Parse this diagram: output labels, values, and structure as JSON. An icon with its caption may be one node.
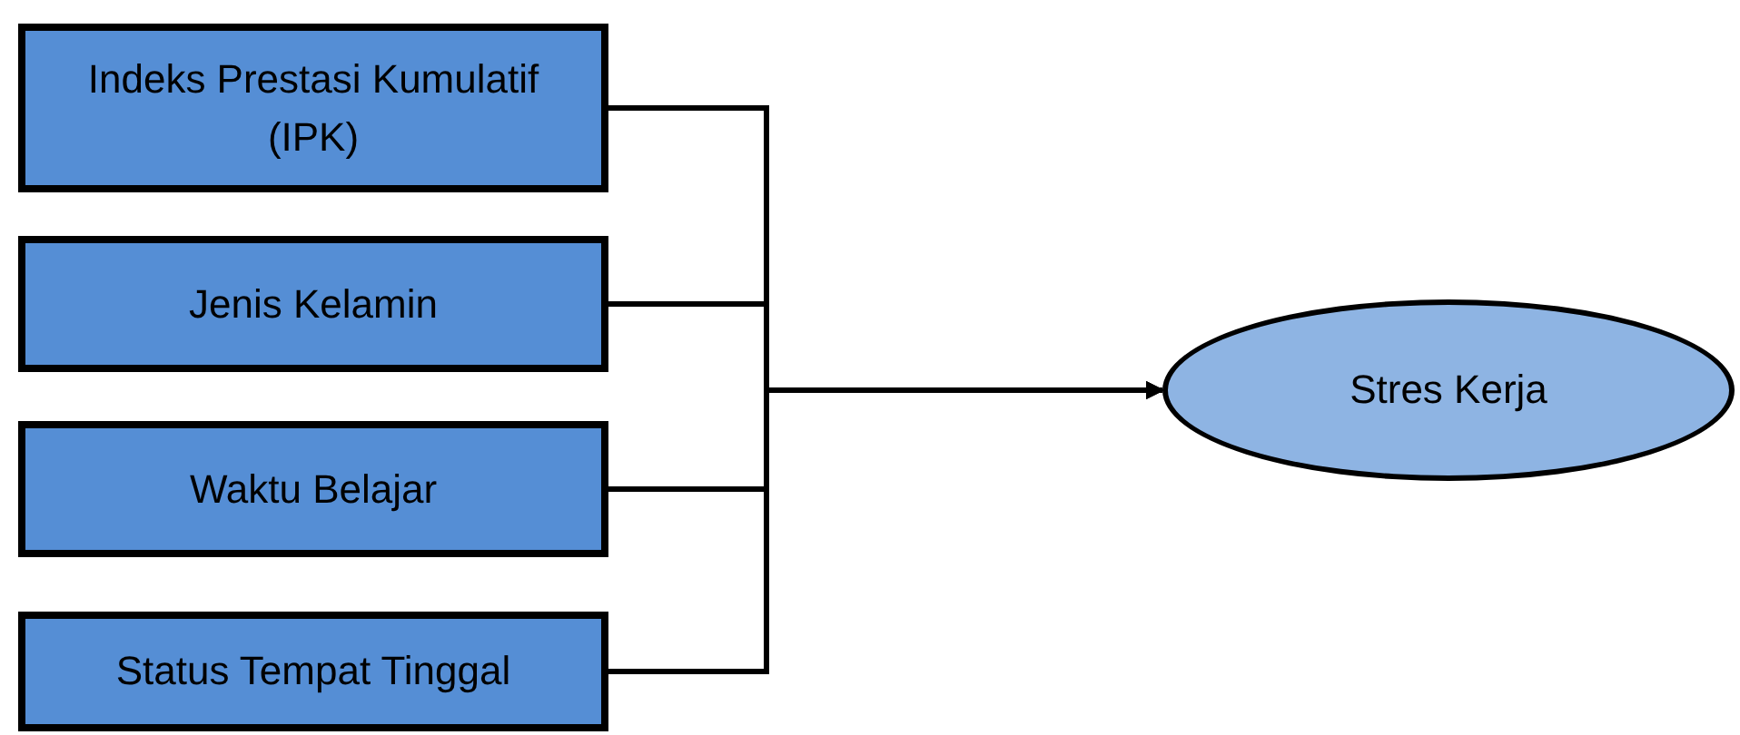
{
  "diagram": {
    "nodes": [
      {
        "text": [
          "Indeks Prestasi Kumulatif (IPK)"
        ]
      },
      {
        "text": [
          "Jenis Kelamin"
        ]
      },
      {
        "text": [
          "Waktu Belajar"
        ]
      },
      {
        "text": [
          "Status Tempat Tinggal"
        ]
      },
      {
        "text": [
          "Stres Kerja"
        ]
      }
    ],
    "edges": [
      {
        "from": 0,
        "to": 4,
        "arrow": "to"
      },
      {
        "from": 1,
        "to": 4,
        "arrow": "to"
      },
      {
        "from": 2,
        "to": 4,
        "arrow": "to"
      },
      {
        "from": 3,
        "to": 4,
        "arrow": "to"
      }
    ]
  }
}
